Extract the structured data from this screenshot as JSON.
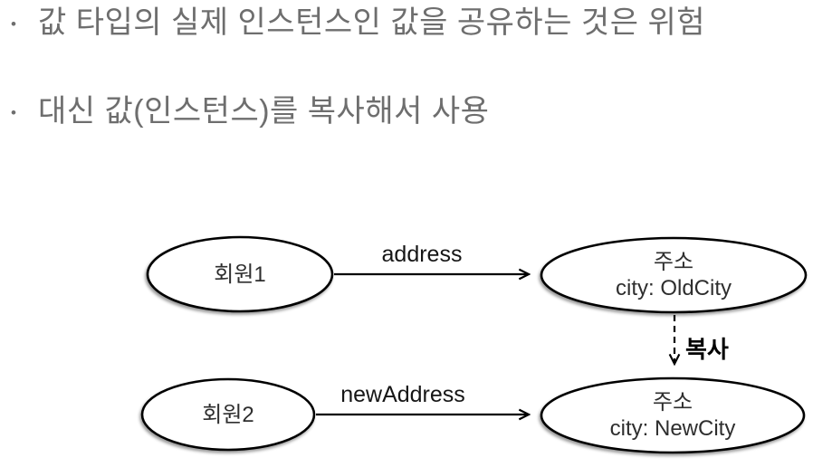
{
  "slide": {
    "bullet_marker": "•",
    "bullets": [
      {
        "text": "값 타입의 실제 인스턴스인 값을 공유하는 것은 위험"
      },
      {
        "text": "대신 값(인스턴스)를 복사해서 사용"
      }
    ]
  },
  "diagram": {
    "nodes": [
      {
        "id": "member1",
        "label": "회원1"
      },
      {
        "id": "address-old",
        "title": "주소",
        "attribute": "city: OldCity"
      },
      {
        "id": "member2",
        "label": "회원2"
      },
      {
        "id": "address-new",
        "title": "주소",
        "attribute": "city: NewCity"
      }
    ],
    "edges": [
      {
        "id": "member1-to-address-old",
        "label": "address",
        "style": "solid"
      },
      {
        "id": "address-old-to-address-new",
        "label": "복사",
        "style": "dashed"
      },
      {
        "id": "member2-to-address-new",
        "label": "newAddress",
        "style": "solid"
      }
    ]
  },
  "colors": {
    "background": "#ffffff",
    "bullet_text": "#6e6e6e",
    "diagram_text": "#2e2e2e",
    "stroke": "#000000"
  }
}
